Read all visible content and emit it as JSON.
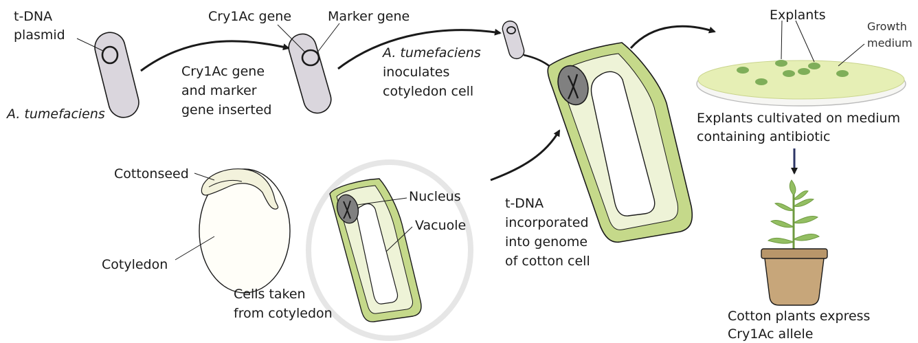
{
  "colors": {
    "cell_wall": "#c5d98a",
    "cell_inner": "#eef3d7",
    "nucleus": "#808080",
    "bacterium": "#dad6dd",
    "medium": "#e6efb5",
    "explant": "#7fae59",
    "pot": "#c7a67a",
    "leaf": "#93be62",
    "stroke": "#1a1a1a"
  },
  "labels": {
    "tdna_plasmid_line1": "t-DNA",
    "tdna_plasmid_line2": "plasmid",
    "a_tumefaciens_left": "A. tumefaciens",
    "cry1ac_gene": "Cry1Ac gene",
    "marker_gene": "Marker gene",
    "inserted_line1": "Cry1Ac gene",
    "inserted_line2": "and marker",
    "inserted_line3": "gene inserted",
    "inoculates_line1": "A. tumefaciens",
    "inoculates_line2": "inoculates",
    "inoculates_line3": "cotyledon cell",
    "explants": "Explants",
    "growth_medium_line1": "Growth",
    "growth_medium_line2": "medium",
    "cultivated_line1": "Explants cultivated on medium",
    "cultivated_line2": "containing antibiotic",
    "cottonseed": "Cottonseed",
    "cotyledon": "Cotyledon",
    "cells_taken_line1": "Cells taken",
    "cells_taken_line2": "from cotyledon",
    "nucleus": "Nucleus",
    "vacuole": "Vacuole",
    "incorporated_line1": "t-DNA",
    "incorporated_line2": "incorporated",
    "incorporated_line3": "into genome",
    "incorporated_line4": "of cotton cell",
    "express_line1": "Cotton plants express",
    "express_line2": "Cry1Ac allele"
  }
}
